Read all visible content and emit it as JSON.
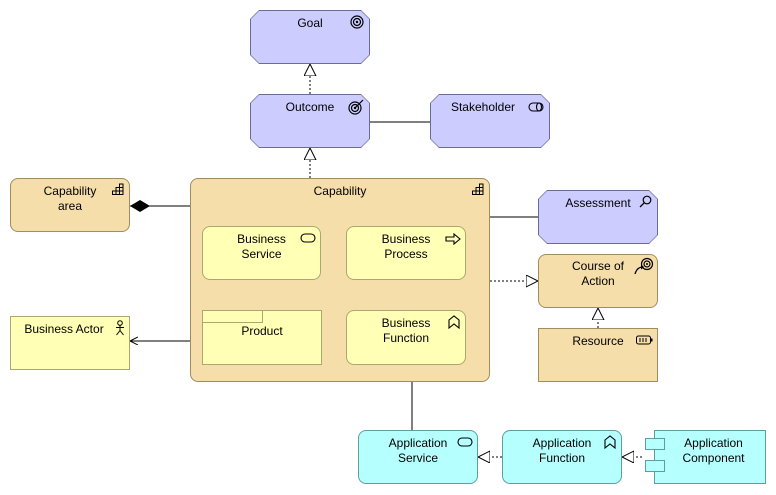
{
  "diagram": {
    "goal": {
      "label": "Goal",
      "icon": "target-icon"
    },
    "outcome": {
      "label": "Outcome",
      "icon": "target-arrow-icon"
    },
    "stakeholder": {
      "label": "Stakeholder",
      "icon": "stakeholder-cylinder-icon"
    },
    "capability_area": {
      "label": "Capability\narea",
      "icon": "capability-steps-icon"
    },
    "capability": {
      "label": "Capability",
      "icon": "capability-steps-icon"
    },
    "assessment": {
      "label": "Assessment",
      "icon": "magnifier-icon"
    },
    "course_of_action": {
      "label": "Course of\nAction",
      "icon": "course-of-action-icon"
    },
    "resource": {
      "label": "Resource",
      "icon": "battery-icon"
    },
    "business_service": {
      "label": "Business\nService",
      "icon": "service-pill-icon"
    },
    "business_process": {
      "label": "Business\nProcess",
      "icon": "process-arrow-icon"
    },
    "product": {
      "label": "Product"
    },
    "business_function": {
      "label": "Business\nFunction",
      "icon": "function-chevron-icon"
    },
    "business_actor": {
      "label": "Business Actor",
      "icon": "actor-stick-figure-icon"
    },
    "application_service": {
      "label": "Application\nService",
      "icon": "service-pill-icon"
    },
    "application_function": {
      "label": "Application\nFunction",
      "icon": "function-chevron-icon"
    },
    "application_component": {
      "label": "Application\nComponent",
      "icon": "component-icon"
    }
  },
  "colors": {
    "motivation": "#ccccff",
    "strategy": "#f5deaa",
    "business": "#ffffb5",
    "application": "#b5ffff"
  }
}
